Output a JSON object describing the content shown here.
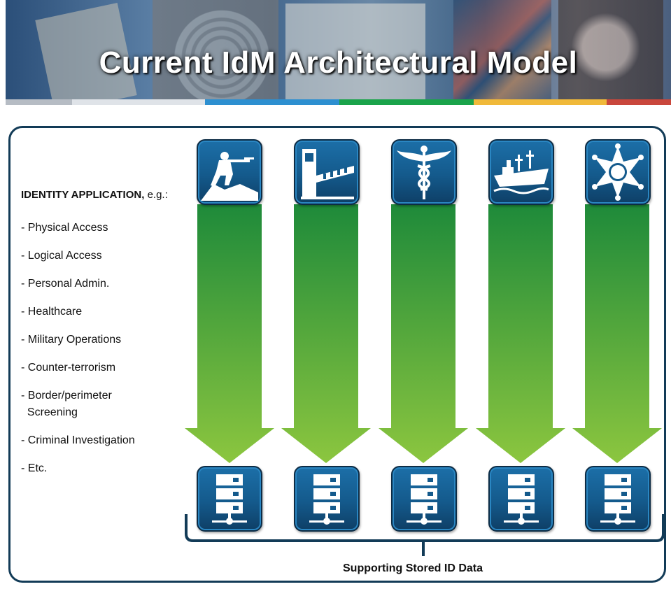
{
  "banner": {
    "title": "Current IdM Architectural Model",
    "strip_colors": [
      "#b6bcc4",
      "#2d8fd0",
      "#1aa34a",
      "#f0b93a",
      "#c9473c"
    ]
  },
  "diagram": {
    "applications_heading": "IDENTITY APPLICATION,",
    "applications_heading_suffix": " e.g.:",
    "applications": [
      "- Physical Access",
      "- Logical Access",
      "- Personal Admin.",
      "- Healthcare",
      "- Military Operations",
      "- Counter-terrorism",
      "- Border/perimeter",
      "  Screening",
      "- Criminal Investigation",
      "- Etc."
    ],
    "application_icons": [
      "soldier-icon",
      "border-gate-icon",
      "caduceus-icon",
      "ship-icon",
      "sheriff-star-icon"
    ],
    "storage_icon": "database-server-icon",
    "storage_label": "Supporting Stored ID Data",
    "colors": {
      "frame": "#123b57",
      "tile_blue": "#145a8c",
      "arrow_top": "#1e8a3a",
      "arrow_bottom": "#8cc63f"
    }
  }
}
